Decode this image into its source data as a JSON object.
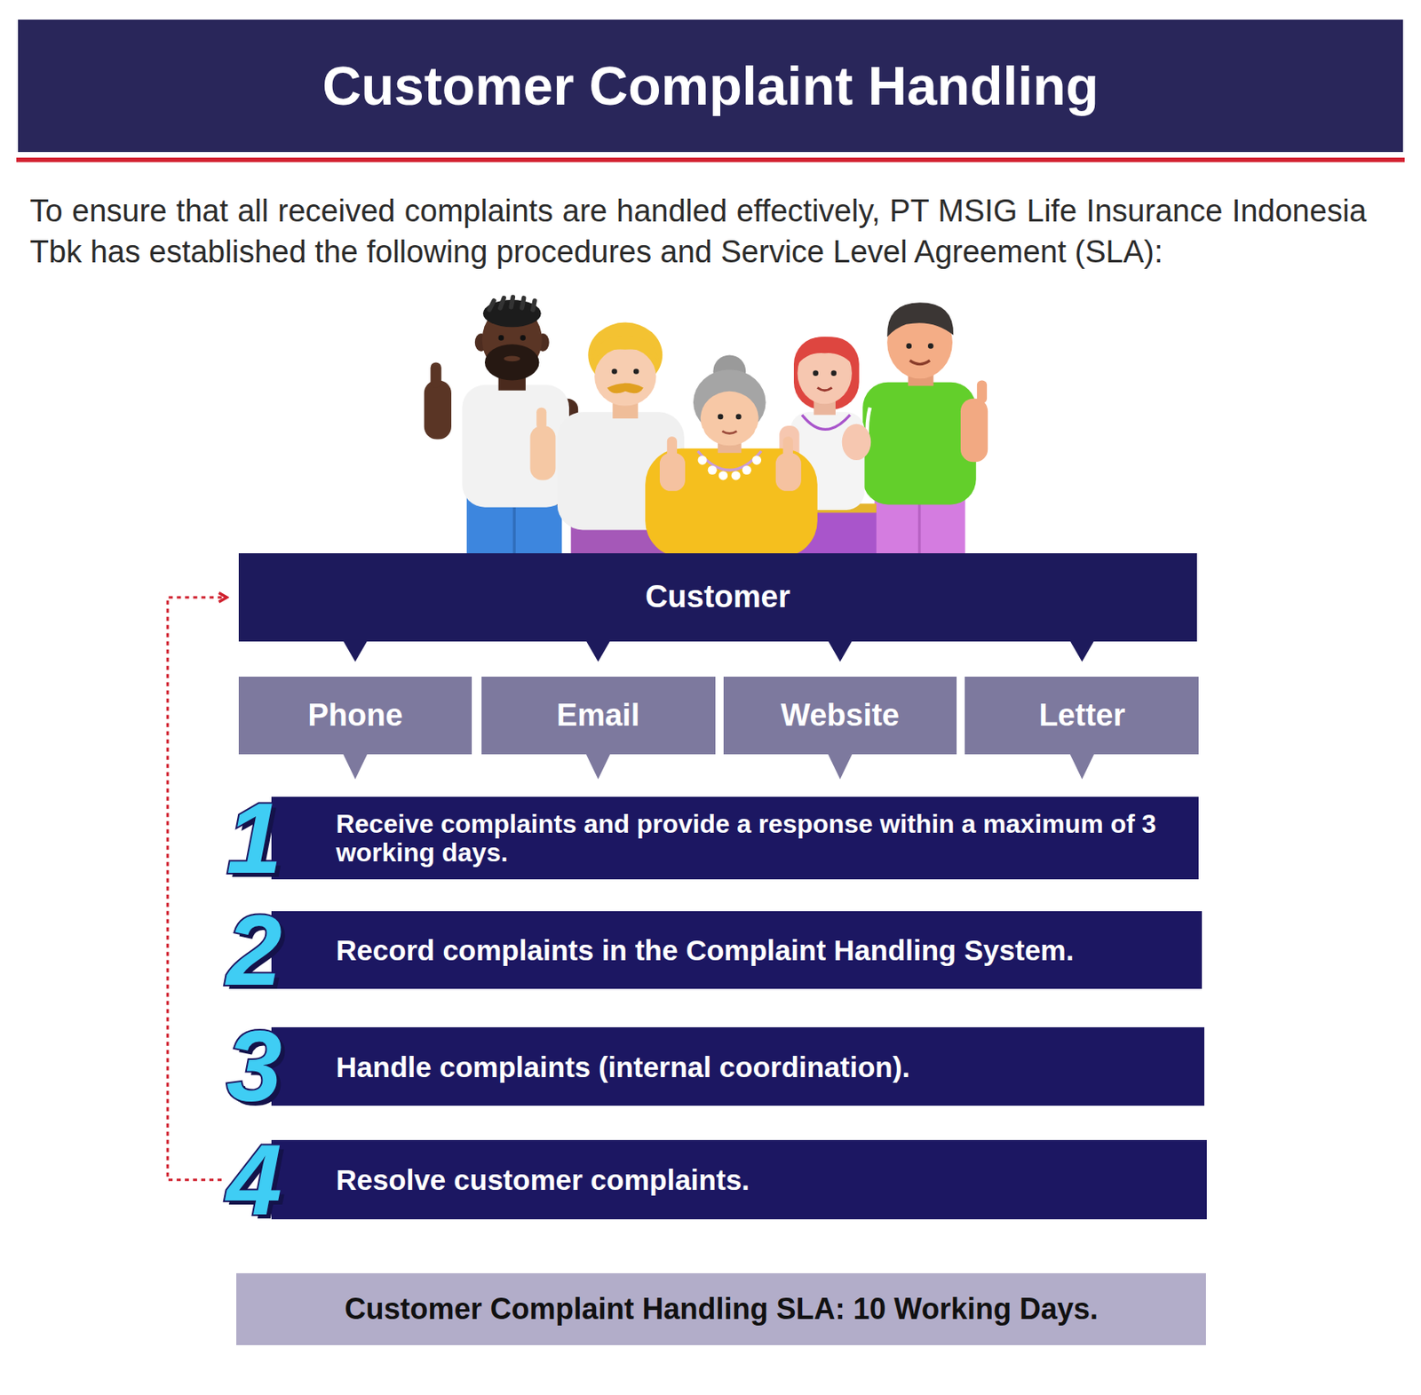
{
  "diagram": {
    "title": "Customer Complaint Handling",
    "nodes": [
      {
        "text": [
          "Customer"
        ]
      },
      {
        "text": [
          "Phone"
        ]
      },
      {
        "text": [
          "Email"
        ]
      },
      {
        "text": [
          "Website"
        ]
      },
      {
        "text": [
          "Letter"
        ]
      },
      {
        "text": [
          "1",
          "Receive complaints and provide a response within a maximum of 3 working days."
        ]
      },
      {
        "text": [
          "2",
          "Record complaints in the Complaint Handling System."
        ]
      },
      {
        "text": [
          "3",
          "Handle complaints (internal coordination)."
        ]
      },
      {
        "text": [
          "4",
          "Resolve customer complaints."
        ]
      },
      {
        "text": [
          "Customer Complaint Handling SLA: 10 Working Days."
        ]
      }
    ],
    "edges": [
      {
        "from": 0,
        "to": 1,
        "arrow": "to"
      },
      {
        "from": 0,
        "to": 2,
        "arrow": "to"
      },
      {
        "from": 0,
        "to": 3,
        "arrow": "to"
      },
      {
        "from": 0,
        "to": 4,
        "arrow": "to"
      },
      {
        "from": 1,
        "to": 5,
        "arrow": "to"
      },
      {
        "from": 2,
        "to": 5,
        "arrow": "to"
      },
      {
        "from": 3,
        "to": 5,
        "arrow": "to"
      },
      {
        "from": 4,
        "to": 5,
        "arrow": "to"
      },
      {
        "from": 8,
        "to": 0,
        "arrow": "to"
      }
    ],
    "labels": [
      "To ensure that all received complaints are handled effectively, PT MSIG Life Insurance Indonesia Tbk has established the following procedures and Service Level Agreement (SLA):"
    ]
  }
}
